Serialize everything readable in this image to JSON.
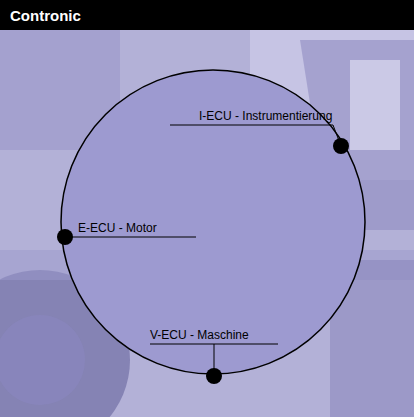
{
  "diagram": {
    "title": "Contronic",
    "labels": [
      "I-ECU - Instrumentierung",
      "E-ECU - Motor",
      "V-ECU - Maschine"
    ]
  }
}
